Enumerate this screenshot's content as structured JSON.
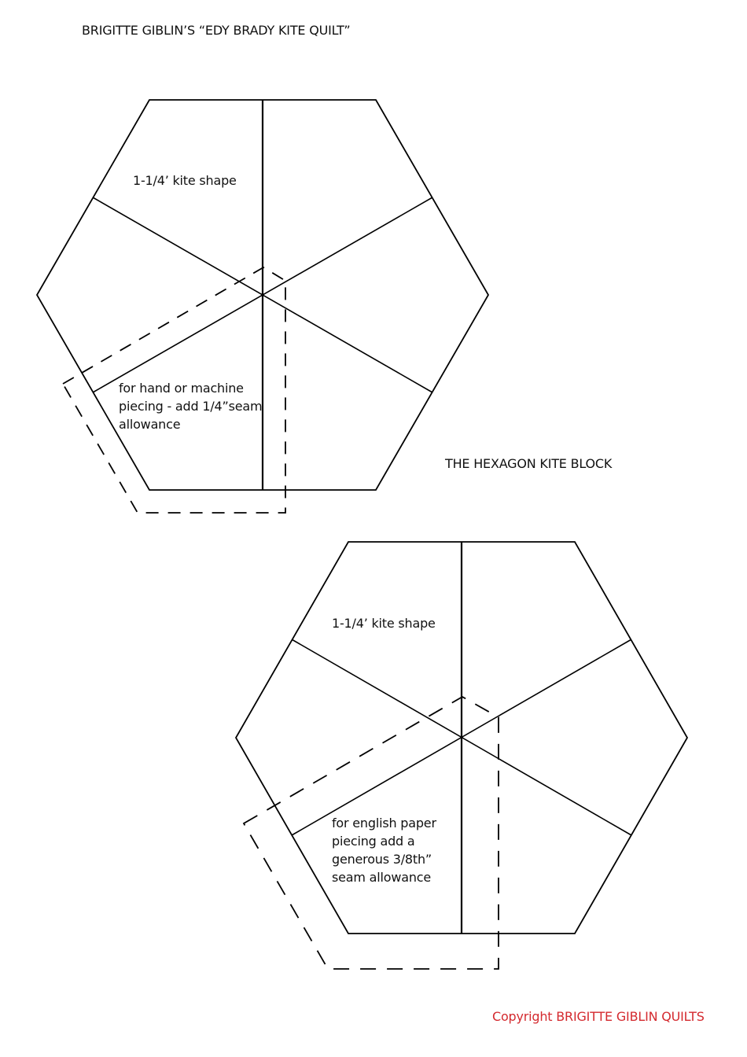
{
  "header": {
    "title": "BRIGITTE GIBLIN’S  “EDY BRADY KITE QUILT”"
  },
  "hexagons": [
    {
      "kite_label": "1-1/4’ kite shape",
      "note": "for hand or machine\npiecing - add 1/4”seam\nallowance",
      "note_lines": [
        "for hand or machine",
        "piecing - add 1/4”seam",
        "allowance"
      ]
    },
    {
      "kite_label": "1-1/4’ kite shape",
      "note": "for english paper\npiecing add a\ngenerous 3/8th”\nseam allowance",
      "note_lines": [
        "for english paper",
        "piecing add a",
        "generous 3/8th”",
        "seam allowance"
      ]
    }
  ],
  "block_label": "THE HEXAGON KITE BLOCK",
  "footer": {
    "copyright": "Copyright BRIGITTE GIBLIN QUILTS",
    "copyright_color": "#d42a2f"
  },
  "colors": {
    "line": "#000000",
    "background": "#ffffff"
  }
}
